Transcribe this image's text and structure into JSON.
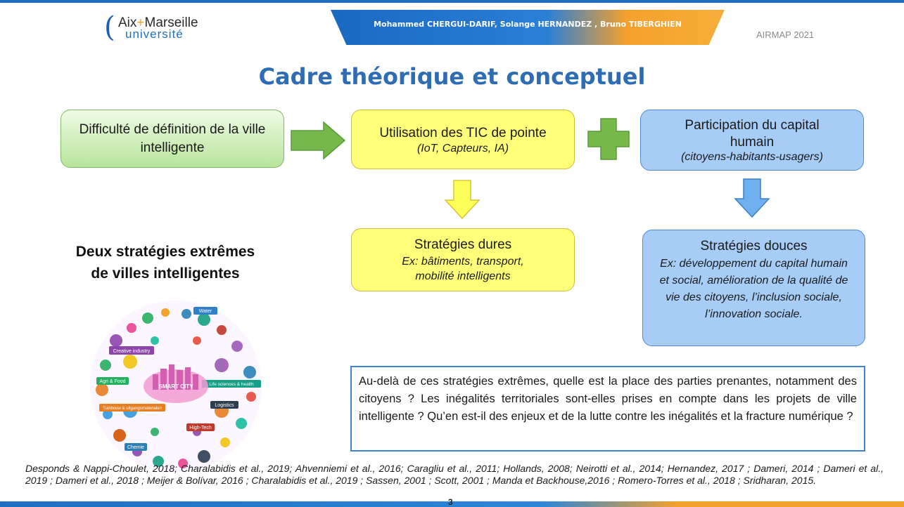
{
  "header": {
    "logo_line1": "Aix",
    "logo_star": "+",
    "logo_line1b": "Marseille",
    "logo_line2": "université",
    "authors": "Mohammed CHERGUI-DARIF, Solange HERNANDEZ , Bruno TIBERGHIEN",
    "conference": "AIRMAP 2021"
  },
  "title": "Cadre théorique et conceptuel",
  "boxes": {
    "difficulty": "Difficulté de définition de la ville intelligente",
    "tic_title": "Utilisation des TIC de pointe",
    "tic_sub": "(IoT, Capteurs, IA)",
    "participation_title": "Participation du capital humain",
    "participation_sub": "(citoyens-habitants-usagers)",
    "hard_title": "Stratégies dures",
    "hard_sub": "Ex: bâtiments, transport, mobilité intelligents",
    "soft_title": "Stratégies douces",
    "soft_sub": "Ex: développement du capital humain et social, amélioration de la qualité de vie des citoyens, l’inclusion sociale, l’innovation sociale."
  },
  "left_title": "Deux stratégies extrêmes de villes intelligentes",
  "illustration": {
    "center": "SMART CITY",
    "labels": [
      "Water",
      "Creative industry",
      "Agri & Food",
      "Life sciences & health",
      "Logistics",
      "High-Tech",
      "Chemie",
      "Tuinbouw & uitgangsmaterialen"
    ]
  },
  "question": "Au-delà de ces stratégies extrêmes, quelle est la place des parties prenantes, notamment des citoyens ? Les inégalités territoriales sont-elles prises en compte dans les projets de ville intelligente ? Qu’en est-il des enjeux et de la lutte contre les inégalités et la fracture numérique ?",
  "references": "Desponds & Nappi-Choulet, 2018; Charalabidis et al., 2019; Ahvenniemi et al., 2016; Caragliu et al., 2011; Hollands, 2008; Neirotti et al., 2014; Hernandez, 2017 ; Dameri, 2014 ; Dameri et al., 2019 ; Dameri et al., 2018 ; Meijer & Bolívar, 2016 ; Charalabidis et al., 2019 ; Sassen, 2001 ; Scott, 2001 ; Manda et Backhouse,2016 ; Romero-Torres et al., 2018 ; Sridharan, 2015.",
  "page_number": "3",
  "colors": {
    "title": "#2e6db4",
    "green_box": "#b7e49b",
    "yellow_box": "#ffff7a",
    "blue_box": "#a7cdf7",
    "arrow_green": "#76b94a",
    "arrow_yellow": "#ffff5a",
    "arrow_blue": "#6fb0f0"
  }
}
